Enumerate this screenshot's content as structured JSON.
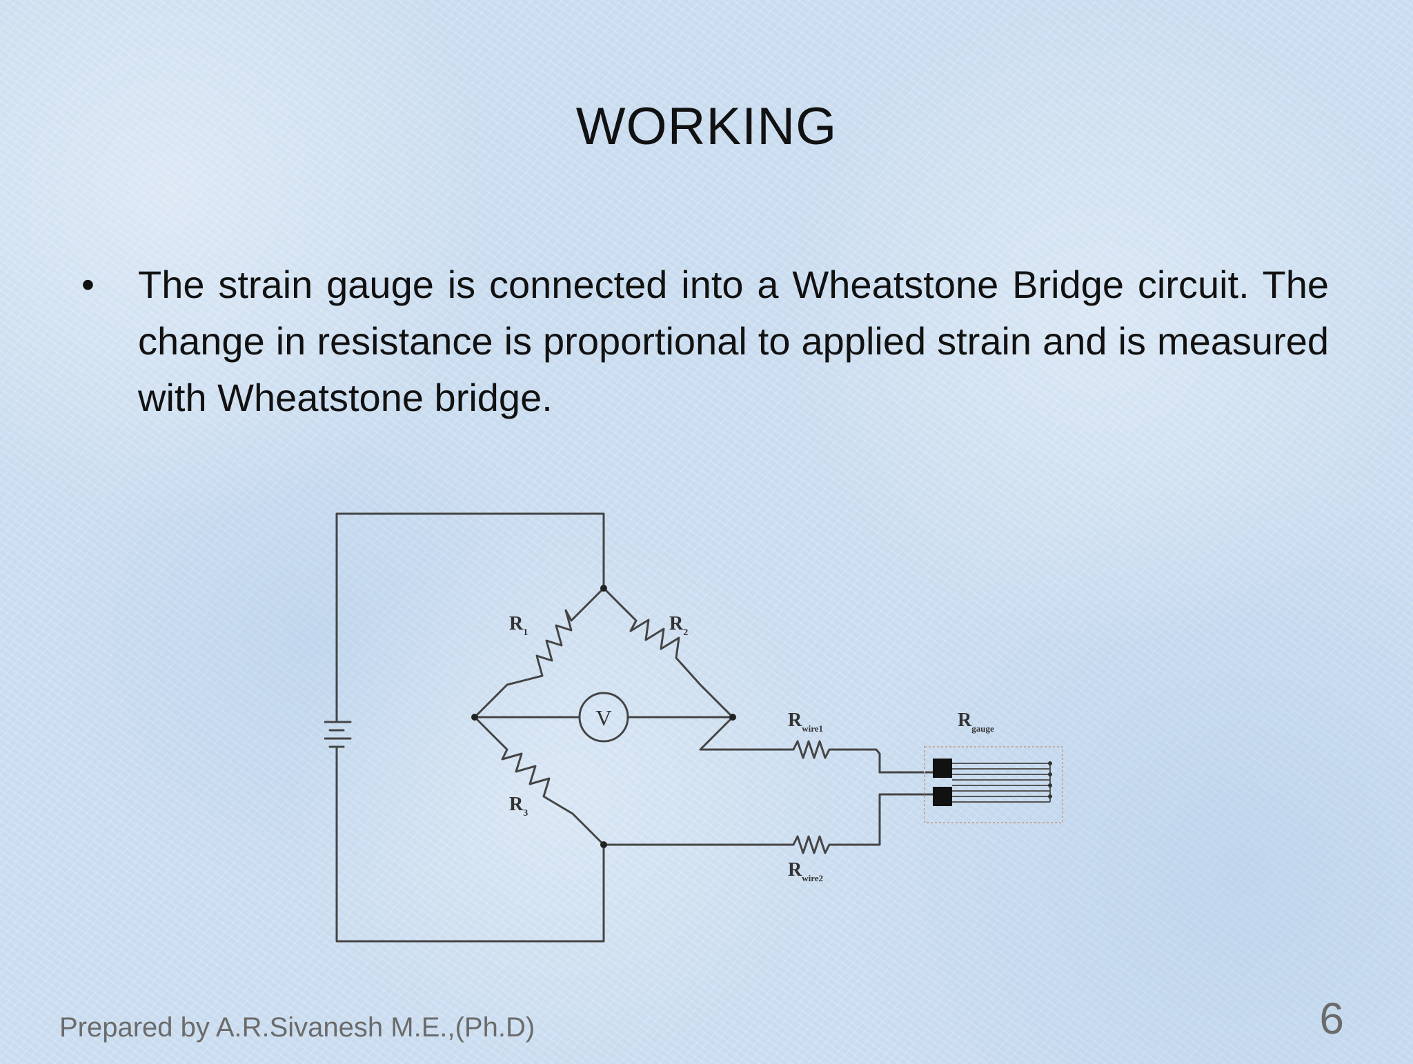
{
  "slide": {
    "title": "WORKING",
    "bullet": "The strain gauge is connected into a Wheatstone Bridge circuit. The change in resistance is proportional to applied strain and is measured with Wheatstone bridge.",
    "footer": "Prepared by A.R.Sivanesh M.E.,(Ph.D)",
    "page_number": "6"
  },
  "diagram": {
    "labels": {
      "r1": "R",
      "r1_sub": "1",
      "r2": "R",
      "r2_sub": "2",
      "r3": "R",
      "r3_sub": "3",
      "voltmeter": "V",
      "rwire1": "R",
      "rwire1_sub": "wire1",
      "rwire2": "R",
      "rwire2_sub": "wire2",
      "rgauge": "R",
      "rgauge_sub": "gauge"
    }
  }
}
